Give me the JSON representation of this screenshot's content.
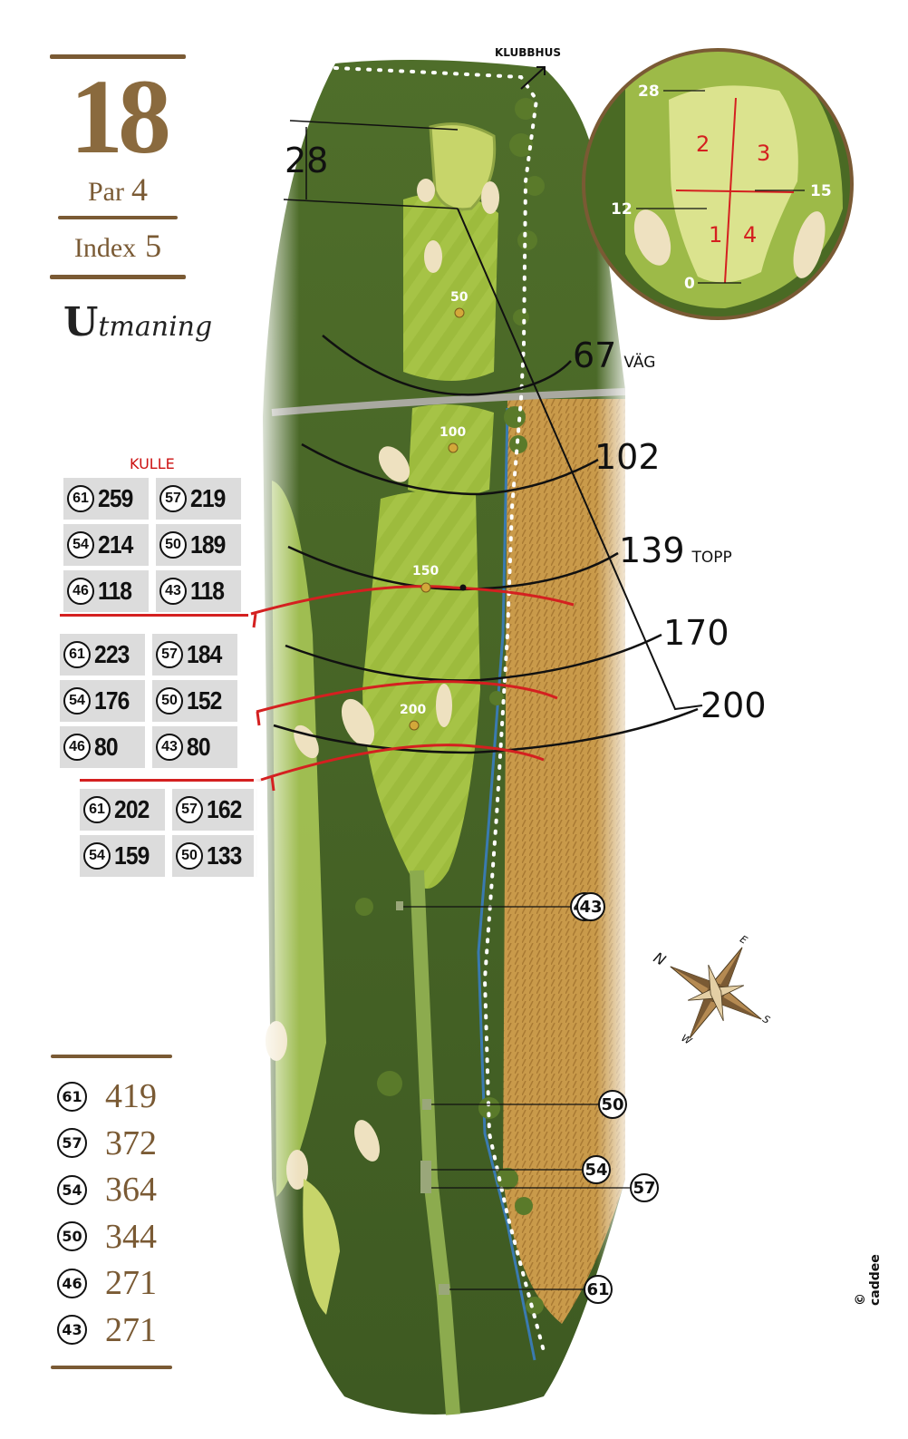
{
  "hole": {
    "number": "18",
    "par_label": "Par",
    "par_value": "4",
    "index_label": "Index",
    "index_value": "5",
    "difficulty_initial": "U",
    "difficulty_rest": "tmaning"
  },
  "map": {
    "clubhouse_label": "KLUBBHUS",
    "green_depth": "28",
    "hill_label": "KULLE",
    "fairway_markers": [
      "50",
      "100",
      "150",
      "200"
    ],
    "distance_arcs": [
      {
        "value": "67",
        "label": "VÄG"
      },
      {
        "value": "102",
        "label": ""
      },
      {
        "value": "139",
        "label": "TOPP"
      },
      {
        "value": "170",
        "label": ""
      },
      {
        "value": "200",
        "label": ""
      }
    ],
    "tee_markers": [
      {
        "tees": [
          "46",
          "43"
        ]
      },
      {
        "tees": [
          "50"
        ]
      },
      {
        "tees": [
          "54"
        ]
      },
      {
        "tees": [
          "57"
        ]
      },
      {
        "tees": [
          "61"
        ]
      }
    ]
  },
  "carry_tables": [
    [
      {
        "tee": "61",
        "dist": "259"
      },
      {
        "tee": "57",
        "dist": "219"
      },
      {
        "tee": "54",
        "dist": "214"
      },
      {
        "tee": "50",
        "dist": "189"
      },
      {
        "tee": "46",
        "dist": "118"
      },
      {
        "tee": "43",
        "dist": "118"
      }
    ],
    [
      {
        "tee": "61",
        "dist": "223"
      },
      {
        "tee": "57",
        "dist": "184"
      },
      {
        "tee": "54",
        "dist": "176"
      },
      {
        "tee": "50",
        "dist": "152"
      },
      {
        "tee": "46",
        "dist": "80"
      },
      {
        "tee": "43",
        "dist": "80"
      }
    ],
    [
      {
        "tee": "61",
        "dist": "202"
      },
      {
        "tee": "57",
        "dist": "162"
      },
      {
        "tee": "54",
        "dist": "159"
      },
      {
        "tee": "50",
        "dist": "133"
      }
    ]
  ],
  "tee_totals": [
    {
      "tee": "61",
      "dist": "419"
    },
    {
      "tee": "57",
      "dist": "372"
    },
    {
      "tee": "54",
      "dist": "364"
    },
    {
      "tee": "50",
      "dist": "344"
    },
    {
      "tee": "46",
      "dist": "271"
    },
    {
      "tee": "43",
      "dist": "271"
    }
  ],
  "green_detail": {
    "distances": [
      "28",
      "15",
      "12",
      "0"
    ],
    "zones": [
      "1",
      "2",
      "3",
      "4"
    ]
  },
  "compass": {
    "n": "N",
    "e": "E",
    "s": "S",
    "w": "W"
  },
  "copyright": "© caddee"
}
